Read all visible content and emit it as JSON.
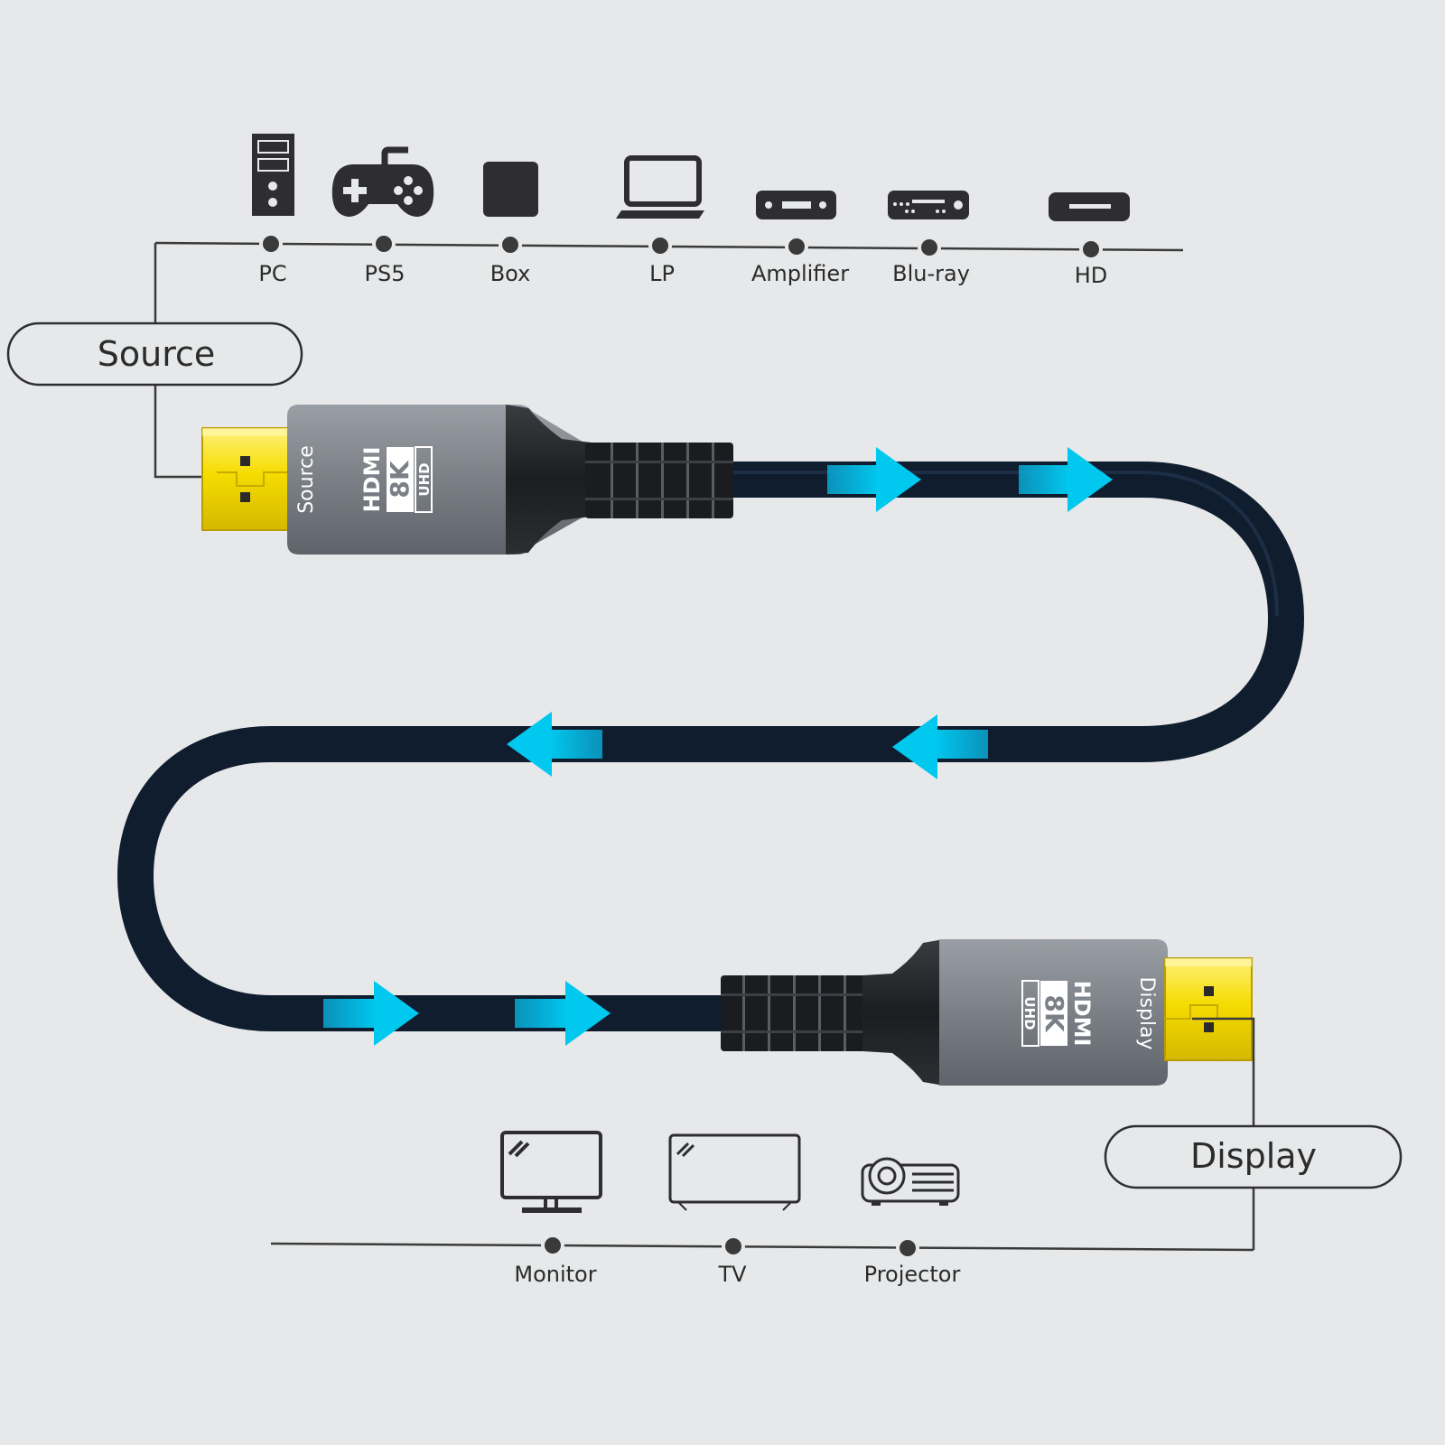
{
  "colors": {
    "background": "#e6e8ea",
    "icon": "#2e2e30",
    "cable": "#0f1d2e",
    "arrow": "#00c8ef",
    "plug_gold": "#f5dc00",
    "housing": "#7b7f86",
    "line": "#3a3a3a"
  },
  "source": {
    "label": "Source",
    "devices": [
      {
        "label": "PC",
        "icon": "pc-tower-icon"
      },
      {
        "label": "PS5",
        "icon": "gamepad-icon"
      },
      {
        "label": "Box",
        "icon": "tv-box-icon"
      },
      {
        "label": "LP",
        "icon": "laptop-icon"
      },
      {
        "label": "Amplifier",
        "icon": "amplifier-icon"
      },
      {
        "label": "Blu-ray",
        "icon": "bluray-player-icon"
      },
      {
        "label": "HD",
        "icon": "hd-player-icon"
      }
    ]
  },
  "display": {
    "label": "Display",
    "devices": [
      {
        "label": "Monitor",
        "icon": "monitor-icon"
      },
      {
        "label": "TV",
        "icon": "tv-icon"
      },
      {
        "label": "Projector",
        "icon": "projector-icon"
      }
    ]
  },
  "connectors": {
    "source_side_text": "Source",
    "display_side_text": "Display",
    "logo_text": "HDMI",
    "badge_main": "8K",
    "badge_sub": "UHD"
  }
}
